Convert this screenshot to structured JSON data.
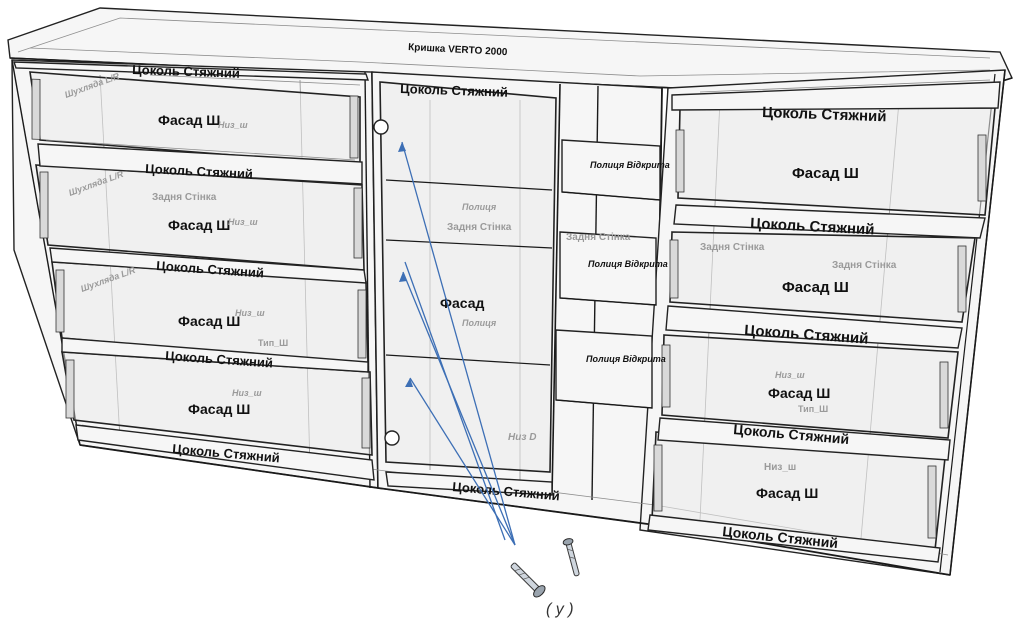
{
  "labels": {
    "plinth": "Цоколь Стяжний",
    "plinth_top_left": "Цоколь Стяжний",
    "plinth_top_mid": "Цоколь Стяжний",
    "plinth_top_right": "Цоколь Стяжний",
    "facade_w": "Фасад Ш",
    "facade": "Фасад",
    "shelf": "Полиця",
    "shelf_open": "Полиця Відкрита",
    "back_wall": "Задня Стінка",
    "bottom_w": "Низ_ш",
    "back_w": "Тип_Ш",
    "side_lr": "Шухляда L/R",
    "bottom_d": "Низ D",
    "cornice": "Кришка VERTO 2000"
  },
  "caption": "( y )",
  "colors": {
    "line": "#1a1a1a",
    "faint": "#9a9a9a",
    "arrow": "#3d6fb5"
  },
  "icons": [
    "screw-icon",
    "screw-icon"
  ]
}
